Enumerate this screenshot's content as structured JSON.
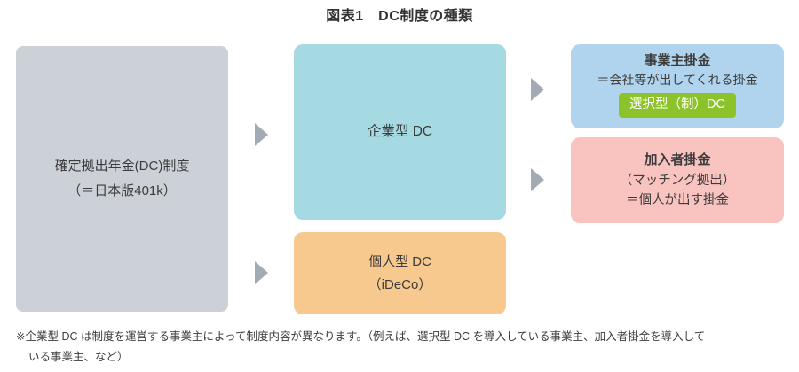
{
  "title": "図表1　DC制度の種類",
  "diagram": {
    "root_box": {
      "line1": "確定拠出年金(DC)制度",
      "line2": "（＝日本版401k）"
    },
    "corporate_box": {
      "label": "企業型 DC"
    },
    "individual_box": {
      "line1": "個人型 DC",
      "line2": "（iDeCo）"
    },
    "employer_box": {
      "heading": "事業主掛金",
      "description": "＝会社等が出してくれる掛金",
      "badge": "選択型（制）DC"
    },
    "participant_box": {
      "heading": "加入者掛金",
      "line2": "（マッチング拠出）",
      "line3": "＝個人が出す掛金"
    }
  },
  "footnote": {
    "line1": "※企業型 DC は制度を運営する事業主によって制度内容が異なります。（例えば、選択型 DC を導入している事業主、加入者掛金を導入して",
    "line2": "いる事業主、など）"
  },
  "colors": {
    "root_box_bg": "#cbd1d7",
    "corporate_box_bg": "#a5dae2",
    "individual_box_bg": "#f7c98f",
    "employer_box_bg": "#b0d4ed",
    "participant_box_bg": "#f9c4c0",
    "badge_bg": "#8dc32a",
    "badge_text": "#ffffff",
    "arrow": "#a2abb4",
    "text": "#3c3c3c"
  }
}
